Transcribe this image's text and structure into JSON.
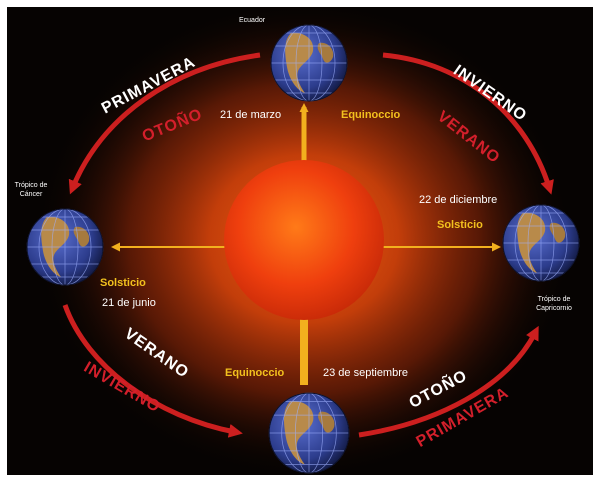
{
  "colors": {
    "background": "#060302",
    "sun_core": "#f03a10",
    "sun_glow": "#ff7a1a",
    "arrow": "#cc1f1f",
    "ray": "#f2b01e",
    "label_yellow": "#f2c11e",
    "season_white": "#ffffff",
    "season_red": "#d31f2b",
    "earth_ocean": "#3b4fa8",
    "earth_land": "#b88a4a"
  },
  "earth_top": {
    "label": "Ecuador",
    "date": "21 de marzo",
    "event": "Equinoccio"
  },
  "earth_right": {
    "label": "Trópico de Capricornio",
    "date": "22 de diciembre",
    "event": "Solsticio"
  },
  "earth_left": {
    "label": "Trópico de Cáncer",
    "date": "21 de junio",
    "event": "Solsticio"
  },
  "earth_bottom": {
    "date": "23 de septiembre",
    "event": "Equinoccio"
  },
  "arcs": {
    "top_left": {
      "outer": "PRIMAVERA",
      "inner": "OTOÑO"
    },
    "top_right": {
      "outer": "INVIERNO",
      "inner": "VERANO"
    },
    "bottom_left": {
      "outer": "INVIERNO",
      "inner": "VERANO"
    },
    "bottom_right": {
      "outer": "PRIMAVERA",
      "inner": "OTOÑO"
    }
  }
}
